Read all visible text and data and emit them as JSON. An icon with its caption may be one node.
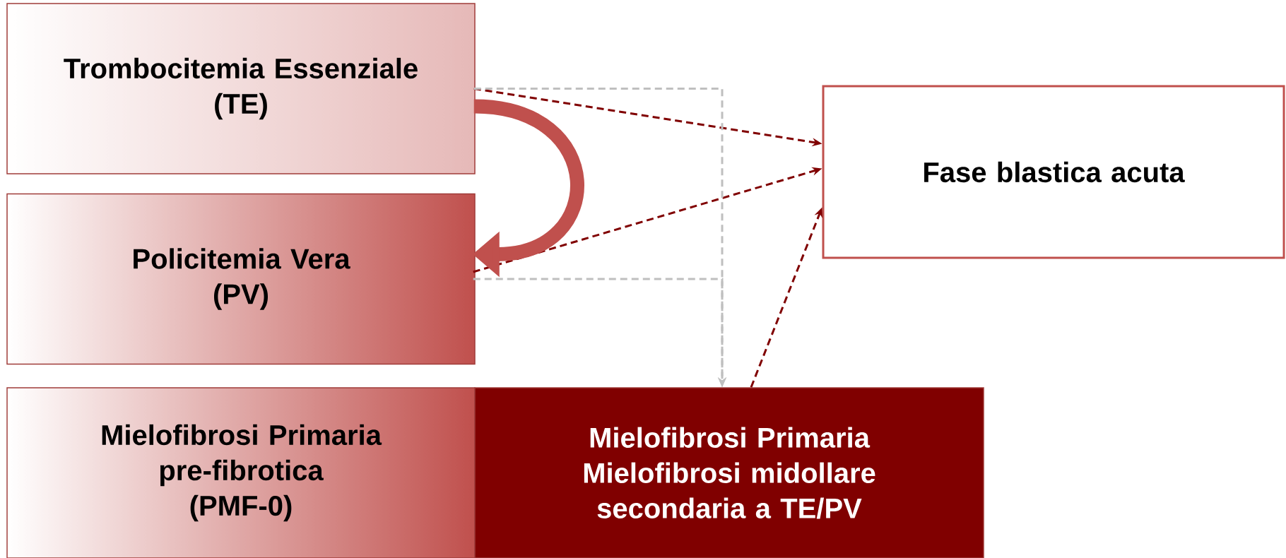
{
  "diagram": {
    "nodes": [
      {
        "text": [
          "Trombocitemia Essenziale",
          "(TE)"
        ]
      },
      {
        "text": [
          "Policitemia Vera",
          "(PV)"
        ]
      },
      {
        "text": [
          "Mielofibrosi Primaria pre-fibrotica",
          "(PMF-0)"
        ]
      },
      {
        "text": [
          "Mielofibrosi Primaria",
          "Mielofibrosi midollare secondaria a TE/PV"
        ]
      },
      {
        "text": [
          "Fase blastica acuta"
        ]
      }
    ],
    "edges": [
      {
        "from": 0,
        "to": 4,
        "arrow": "to",
        "style": "dashed"
      },
      {
        "from": 1,
        "to": 4,
        "arrow": "to",
        "style": "dashed"
      },
      {
        "from": 3,
        "to": 4,
        "arrow": "to",
        "style": "dashed"
      },
      {
        "from": 0,
        "to": 1,
        "arrow": "to",
        "style": "thick",
        "color": "#c0504d"
      },
      {
        "from": 0,
        "to": 3,
        "arrow": "to",
        "style": "dashed",
        "color": "#bfbfbf"
      },
      {
        "from": 1,
        "to": 3,
        "arrow": "to",
        "style": "dashed",
        "color": "#bfbfbf"
      }
    ]
  }
}
